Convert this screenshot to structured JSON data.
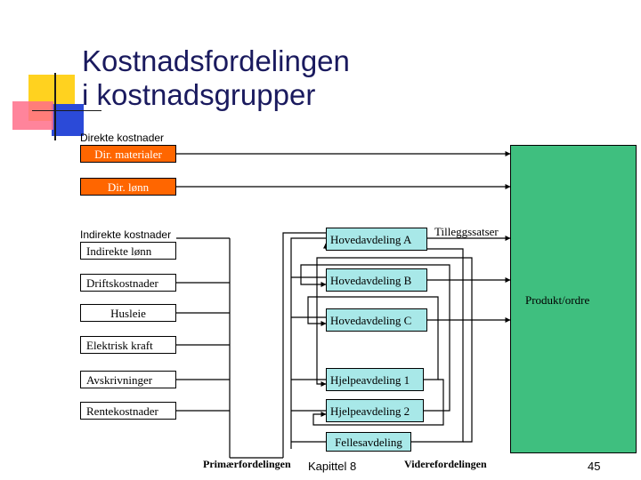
{
  "slide": {
    "title_line1": "Kostnadsfordelingen",
    "title_line2": "i kostnadsgrupper",
    "footer_chapter": "Kapittel 8",
    "page_number": "45"
  },
  "diagram": {
    "direct_costs_heading": "Direkte kostnader",
    "direct_costs": [
      "Dir. materialer",
      "Dir. lønn"
    ],
    "indirect_costs_heading": "Indirekte kostnader",
    "indirect_costs": [
      "Indirekte lønn",
      "Driftskostnader",
      "Husleie",
      "Elektrisk kraft",
      "Avskrivninger",
      "Rentekostnader"
    ],
    "main_departments": [
      "Hovedavdeling A",
      "Hovedavdeling B",
      "Hovedavdeling C"
    ],
    "support_departments": [
      "Hjelpeavdeling 1",
      "Hjelpeavdeling 2"
    ],
    "common_department": "Fellesavdeling",
    "surcharge_label": "Tilleggssatser",
    "product_label": "Produkt/ordre",
    "primary_allocation_label": "Primærfordelingen",
    "secondary_allocation_label": "Viderefordelingen"
  },
  "colors": {
    "orange": "#ff6600",
    "department_fill": "#a8e8e8",
    "product_fill": "#3fbf7f",
    "deco_yellow": "#ffd21f",
    "deco_blue": "#2b4ad8",
    "deco_red": "#ff5a78"
  }
}
